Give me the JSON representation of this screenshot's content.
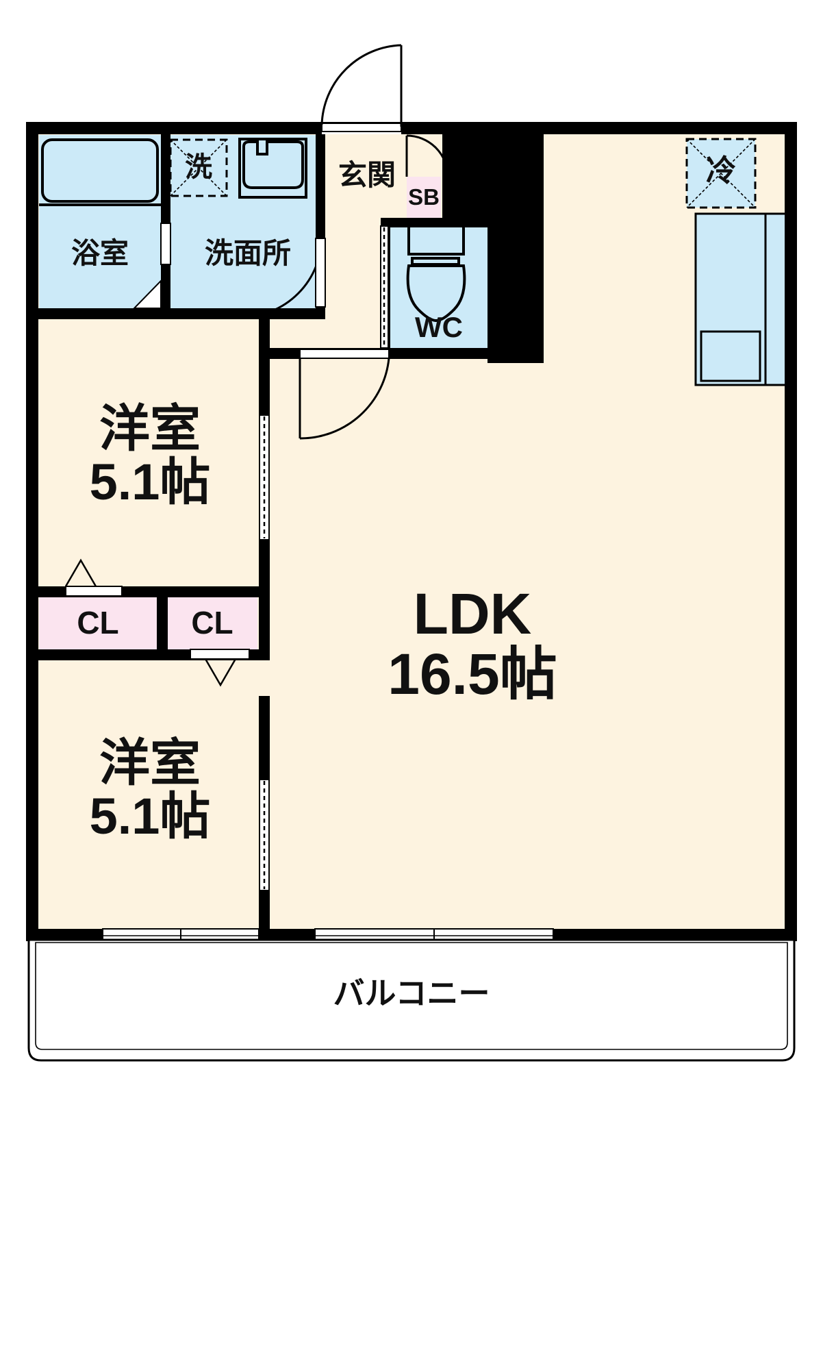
{
  "plan": {
    "type": "apartment-floor-plan",
    "layout_code": "2LDK",
    "colors": {
      "wall": "#000000",
      "room_floor": "#fdf3e0",
      "wet_area": "#cceaf8",
      "closet": "#fbe4ef",
      "balcony": "#ffffff",
      "outline": "#000000",
      "text": "#111111"
    },
    "rooms": [
      {
        "id": "bathroom",
        "name": "浴室",
        "area": "",
        "fill": "wet_area"
      },
      {
        "id": "washroom",
        "name": "洗面所",
        "area": "",
        "fill": "wet_area"
      },
      {
        "id": "entrance",
        "name": "玄関",
        "area": "",
        "fill": "room_floor"
      },
      {
        "id": "toilet",
        "name": "WC",
        "area": "",
        "fill": "wet_area"
      },
      {
        "id": "bedroom-1",
        "name": "洋室",
        "area": "5.1帖",
        "fill": "room_floor"
      },
      {
        "id": "bedroom-2",
        "name": "洋室",
        "area": "5.1帖",
        "fill": "room_floor"
      },
      {
        "id": "ldk",
        "name": "LDK",
        "area": "16.5帖",
        "fill": "room_floor"
      },
      {
        "id": "balcony",
        "name": "バルコニー",
        "area": "",
        "fill": "balcony"
      }
    ],
    "fixtures": [
      {
        "id": "washer-space",
        "name": "洗",
        "style": "dashed-x",
        "fill": "wet_area"
      },
      {
        "id": "fridge-space",
        "name": "冷",
        "style": "dashed-x",
        "fill": "wet_area"
      },
      {
        "id": "shoe-box",
        "name": "SB",
        "style": "solid",
        "fill": "closet"
      },
      {
        "id": "closet-1",
        "name": "CL",
        "style": "solid",
        "fill": "closet"
      },
      {
        "id": "closet-2",
        "name": "CL",
        "style": "solid",
        "fill": "closet"
      },
      {
        "id": "bathtub",
        "name": "",
        "style": "shape",
        "fill": "wet_area"
      },
      {
        "id": "vanity-sink",
        "name": "",
        "style": "shape",
        "fill": "wet_area"
      },
      {
        "id": "toilet-bowl",
        "name": "",
        "style": "shape",
        "fill": "wet_area"
      },
      {
        "id": "kitchen-counter",
        "name": "",
        "style": "shape",
        "fill": "wet_area"
      }
    ],
    "labels": {
      "bathroom": "浴室",
      "washroom": "洗面所",
      "washer": "洗",
      "entrance": "玄関",
      "shoe_box": "SB",
      "toilet": "WC",
      "fridge": "冷",
      "bedroom_top_name": "洋室",
      "bedroom_top_area": "5.1帖",
      "bedroom_bottom_name": "洋室",
      "bedroom_bottom_area": "5.1帖",
      "ldk_name": "LDK",
      "ldk_area": "16.5帖",
      "closet_1": "CL",
      "closet_2": "CL",
      "balcony": "バルコニー"
    }
  }
}
